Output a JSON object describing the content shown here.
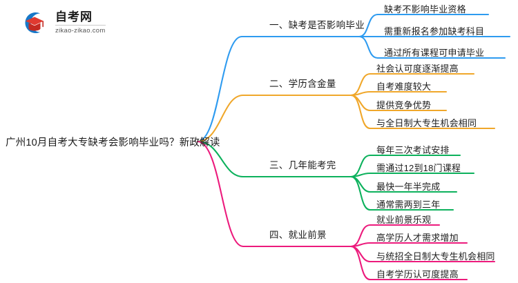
{
  "logo": {
    "name_cn": "自考网",
    "url": "zikao-zikao.com",
    "mark_icon": "graduation-cap-icon",
    "colors": {
      "ring": "#1878c8",
      "cap": "#e03a30",
      "cap_dark": "#c42a22"
    }
  },
  "mindmap": {
    "root": {
      "text": "广州10月自考大专缺考会影响毕业吗？新政解读"
    },
    "branches": [
      {
        "id": "branch-1",
        "label": "一、缺考是否影响毕业",
        "color": "#2e9bf0",
        "children": [
          "缺考不影响毕业资格",
          "需重新报名参加缺考科目",
          "通过所有课程可申请毕业"
        ]
      },
      {
        "id": "branch-2",
        "label": "二、学历含金量",
        "color": "#f0a72a",
        "children": [
          "社会认可度逐渐提高",
          "自考难度较大",
          "提供竞争优势",
          "与全日制大专生机会相同"
        ]
      },
      {
        "id": "branch-3",
        "label": "三、几年能考完",
        "color": "#0cb15c",
        "children": [
          "每年三次考试安排",
          "需通过12到18门课程",
          "最快一年半完成",
          "通常需两到三年"
        ]
      },
      {
        "id": "branch-4",
        "label": "四、就业前景",
        "color": "#ec1a7c",
        "children": [
          "就业前景乐观",
          "高学历人才需求增加",
          "与统招全日制大专生机会相同",
          "自考学历认可度提高"
        ]
      }
    ]
  }
}
